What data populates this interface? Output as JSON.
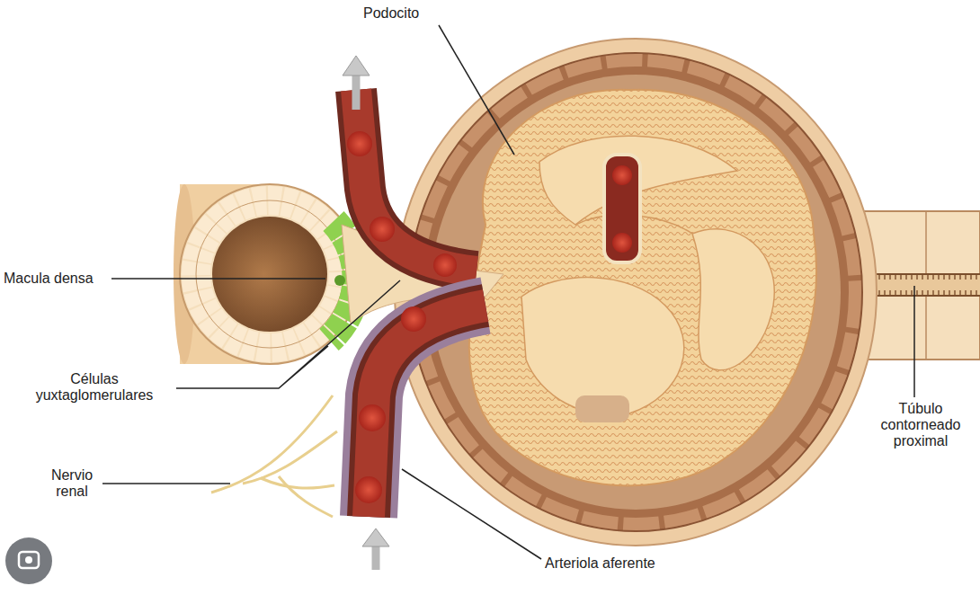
{
  "diagram": {
    "labels": [
      "Podocito",
      "Macula densa",
      "Células yuxtaglomerulares",
      "Nervio renal",
      "Arteriola aferente",
      "Túbulo contorneado proximal"
    ]
  }
}
